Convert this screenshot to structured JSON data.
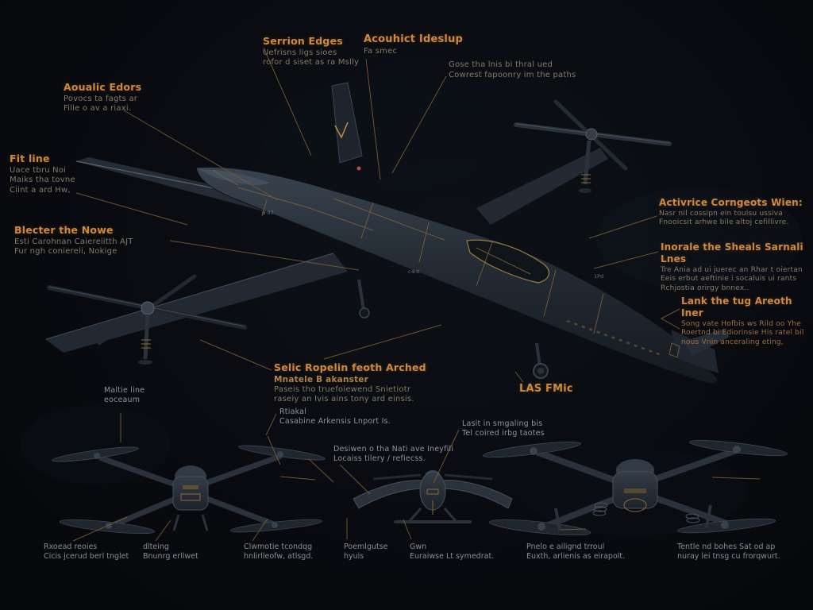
{
  "palette": {
    "background": "#090b10",
    "accent_orange": "#d0893c",
    "leader_line": "#7a5c2c",
    "subtext_warm": "#867a64",
    "subtext_gray": "#8d9499",
    "hull_dark": "#1a2028",
    "hull_light": "#39434f",
    "panel_gold": "#8a6a33"
  },
  "callouts": {
    "serion": {
      "title": "Serrion Edges",
      "lines": [
        "Uefrisns ligs sioes",
        "rofor d siset as ra Mslly"
      ]
    },
    "acoustic": {
      "title": "Acouhict Ideslup",
      "lines": [
        "Fa smec"
      ]
    },
    "gose": {
      "lines": [
        "Gose tha lnis bi thral ued",
        "Cowrest fapoonry im the paths"
      ]
    },
    "aoualic": {
      "title": "Aoualic Edors",
      "lines": [
        "Povocs ta fagts ar",
        "Fille o av a riaxi."
      ]
    },
    "fitline": {
      "title": "Fit line",
      "lines": [
        "Uace tbru Noi",
        "Maiks tha tovne",
        "Ciint a ard Hw,"
      ]
    },
    "blecter": {
      "title": "Blecter the Nowe",
      "lines": [
        "Esti Carohnan Caiereiitth AJT",
        "Fur ngh coniereli, Nokige"
      ]
    },
    "activrice": {
      "title": "Activrice Corngeots Wien:",
      "lines": [
        "Nasr nil cossipn ein touisu ussiva",
        "Fnooicsit arhwe bile altoj cefillivre."
      ]
    },
    "inorale": {
      "title": "Inorale the Sheals Sarnali Lnes",
      "lines": [
        "Tre Ania ad ui juerec an Rhar t oiertan",
        "Eeis erbut aeftinie i socaluis ui rants",
        "Rchjostia orirgy bnnex.."
      ]
    },
    "lank": {
      "title": "Lank the tug Areoth Iner",
      "lines": [
        "Song vate Hofbis ws Rild oo Yhe",
        "Roertnd bi Ediorinsie His ratel bil",
        "nous Vnin anceraling eting,"
      ]
    },
    "selic": {
      "title": "Selic Ropelin feoth Arched",
      "bold_line": "Mnatele B akanster",
      "lines": [
        "Paseis tho truefoiewend Snietiotr",
        "raseiy an Ivis ains tony ard einsis."
      ]
    },
    "lasfmic": {
      "title": "LAS FMic"
    }
  },
  "small_notes": {
    "maltie": {
      "lines": [
        "Maltie line",
        "eoceaum"
      ]
    },
    "rtiakal": {
      "lines": [
        "Rtiakal",
        "Casabine Arkensis Lnport Is."
      ]
    },
    "lasit": {
      "lines": [
        "Lasit in smgaling bis",
        "Tel coired irbg taotes"
      ]
    },
    "desiwen": {
      "lines": [
        "Desiwen o tha Nati ave Ineyfili",
        "Locaiss tilery / refiecss."
      ]
    }
  },
  "footer_notes": {
    "rxoead": {
      "lines": [
        "Rxoead reoies",
        "Cicis jcerud berl tnglet"
      ]
    },
    "dlteing": {
      "lines": [
        "dlteing",
        "Bnunrg erllwet"
      ]
    },
    "clwmotie": {
      "lines": [
        "Clwmotie tcondqg",
        "hnlirlleofw, atlsgd."
      ]
    },
    "poemlgutse": {
      "lines": [
        "Poemlgutse",
        "hyuis"
      ]
    },
    "gwn": {
      "lines": [
        "Gwn",
        "Euraiwse Lt symedrat."
      ]
    },
    "pnelo": {
      "lines": [
        "Pnelo e ailignd trroul",
        "Euxth, arlienis as eirapolt."
      ]
    },
    "tentle": {
      "lines": [
        "Tentle nd bohes Sat od ap",
        "nuray lei tnsg cu frorqwurt."
      ]
    }
  },
  "fuselage_markings": {
    "m1": {
      "text": "B·07"
    },
    "m2": {
      "text": "c4nt"
    },
    "m3": {
      "text": "1Pd"
    }
  }
}
